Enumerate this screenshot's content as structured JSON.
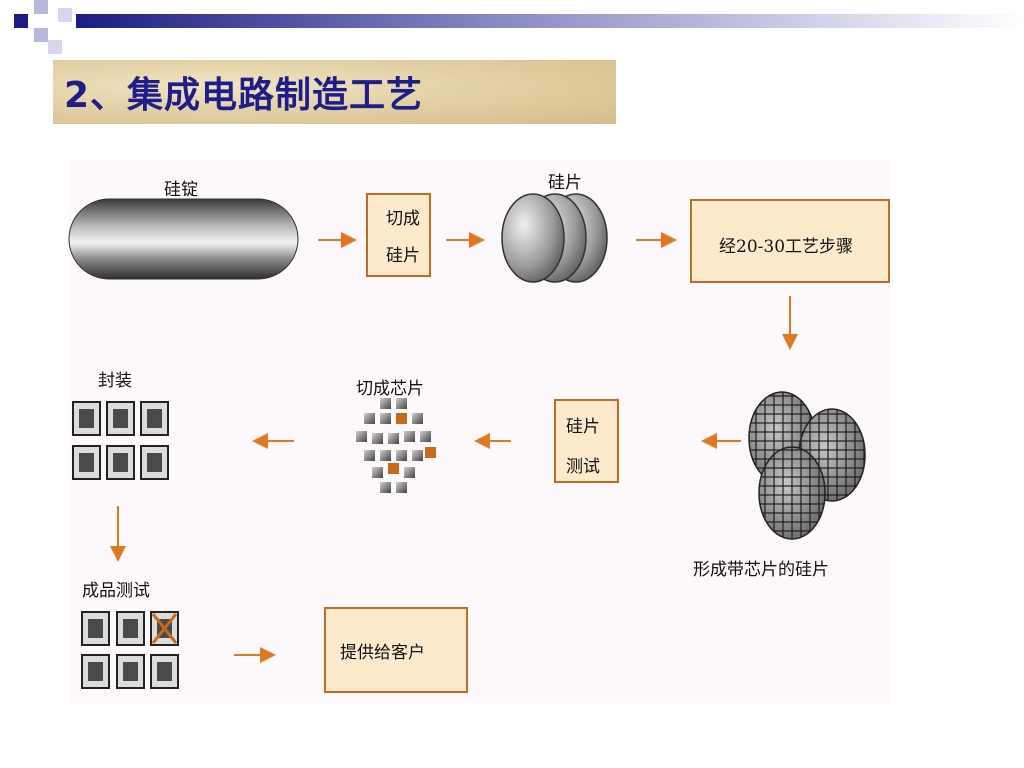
{
  "title": "2、集成电路制造工艺",
  "labels": {
    "ingot": "硅锭",
    "wafer": "硅片",
    "package": "封装",
    "cut_chips": "切成芯片",
    "wafer_with_chips": "形成带芯片的硅片",
    "final_test": "成品测试"
  },
  "boxes": {
    "cut_wafer_line1": "切成",
    "cut_wafer_line2": "硅片",
    "process_steps": "经20-30工艺步骤",
    "wafer_test_line1": "硅片",
    "wafer_test_line2": "测试",
    "deliver": "提供给客户"
  },
  "colors": {
    "title_text": "#1f1d8a",
    "arrow": "#e07a20",
    "box_fill": "#fde9cc",
    "box_border": "#c56b1f",
    "banner": "#e3d1a6"
  }
}
